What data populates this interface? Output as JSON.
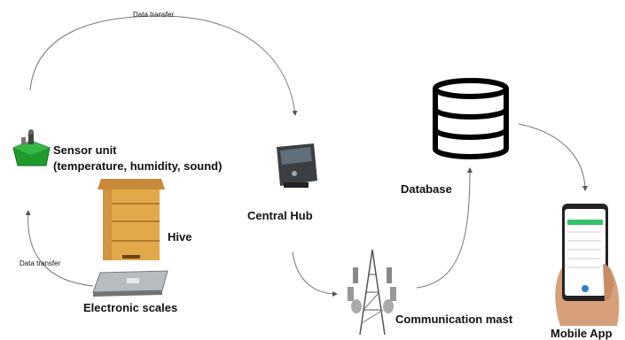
{
  "arrows": {
    "top_label": "Data transfer",
    "left_label": "Data transfer"
  },
  "sensor": {
    "title": "Sensor unit",
    "subtitle": "(temperature, humidity, sound)"
  },
  "hive": {
    "label": "Hive"
  },
  "scales": {
    "label": "Electronic scales"
  },
  "hub": {
    "label": "Central Hub"
  },
  "mast": {
    "label": "Communication mast"
  },
  "database": {
    "label": "Database"
  },
  "mobile": {
    "label": "Mobile App"
  },
  "colors": {
    "sensor_green": "#1f9b2e",
    "hive_wood": "#e2a94a",
    "hub_dark": "#3b3f44",
    "arrow": "#555555"
  }
}
